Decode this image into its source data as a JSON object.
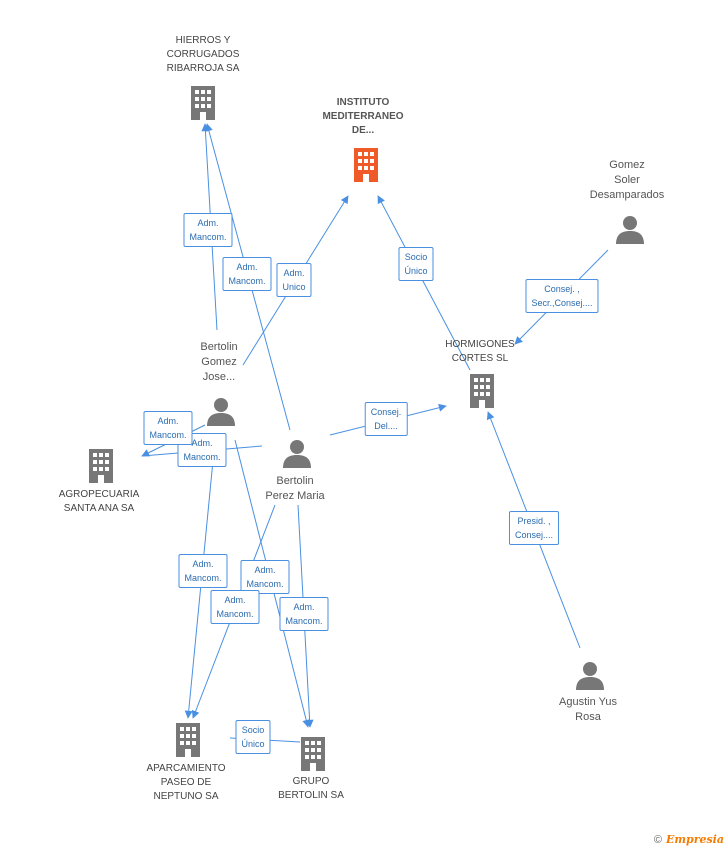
{
  "colors": {
    "edge": "#4a90e2",
    "building": "#777777",
    "focus_building": "#f05a28",
    "person": "#777777"
  },
  "nodes": {
    "hierros": {
      "type": "company",
      "lines": [
        "HIERROS Y",
        "CORRUGADOS",
        "RIBARROJA SA"
      ]
    },
    "instituto": {
      "type": "company",
      "focus": true,
      "lines": [
        "INSTITUTO",
        "MEDITERRANEO",
        "DE..."
      ]
    },
    "gomez": {
      "type": "person",
      "lines": [
        "Gomez",
        "Soler",
        "Desamparados"
      ]
    },
    "hormigones": {
      "type": "company",
      "lines": [
        "HORMIGONES",
        "CORTES SL"
      ]
    },
    "bertolin_gomez": {
      "type": "person",
      "lines": [
        "Bertolin",
        "Gomez",
        "Jose..."
      ]
    },
    "agropecuaria": {
      "type": "company",
      "lines": [
        "AGROPECUARIA",
        "SANTA ANA SA"
      ]
    },
    "bertolin_perez": {
      "type": "person",
      "lines": [
        "Bertolin",
        "Perez Maria"
      ]
    },
    "agustin": {
      "type": "person",
      "lines": [
        "Agustin Yus",
        "Rosa"
      ]
    },
    "aparcamiento": {
      "type": "company",
      "lines": [
        "APARCAMIENTO",
        "PASEO DE",
        "NEPTUNO SA"
      ]
    },
    "grupo": {
      "type": "company",
      "lines": [
        "GRUPO",
        "BERTOLIN SA"
      ]
    }
  },
  "edge_labels": {
    "e1": [
      "Adm.",
      "Mancom."
    ],
    "e2": [
      "Adm.",
      "Mancom."
    ],
    "e3": [
      "Adm.",
      "Unico"
    ],
    "e4": [
      "Socio",
      "Único"
    ],
    "e5": [
      "Consej. ,",
      "Secr.,Consej...."
    ],
    "e6": [
      "Consej.",
      "Del...."
    ],
    "e7": [
      "Adm.",
      "Mancom."
    ],
    "e8": [
      "Adm.",
      "Mancom."
    ],
    "e9": [
      "Presid. ,",
      "Consej...."
    ],
    "e10": [
      "Adm.",
      "Mancom."
    ],
    "e11": [
      "Adm.",
      "Mancom."
    ],
    "e12": [
      "Adm.",
      "Mancom."
    ],
    "e13": [
      "Adm.",
      "Mancom."
    ],
    "e14": [
      "Socio",
      "Único"
    ]
  },
  "footer": {
    "copyright": "©",
    "brand": "Empresia"
  }
}
